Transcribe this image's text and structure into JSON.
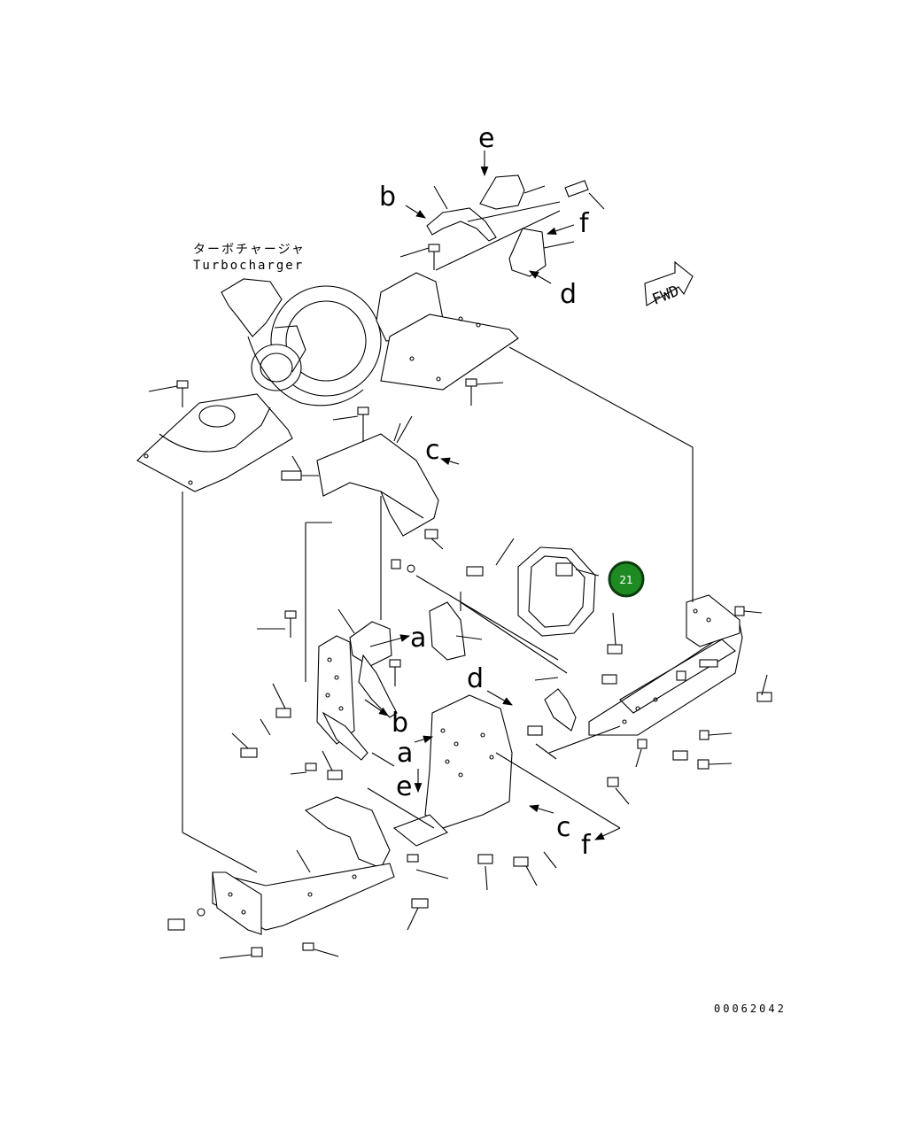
{
  "caption_jp": "ターボチャージャ",
  "caption_en": "Turbocharger",
  "direction_label": "FWD",
  "document_number": "00062042",
  "callout_number": "21",
  "connector_labels": {
    "a": "a",
    "b": "b",
    "c": "c",
    "d": "d",
    "e": "e",
    "f": "f"
  },
  "colors": {
    "line": "#000000",
    "callout_fill": "#1e8a22",
    "callout_ring": "#0b3d0e",
    "callout_text": "#ffffff",
    "background": "#ffffff"
  }
}
